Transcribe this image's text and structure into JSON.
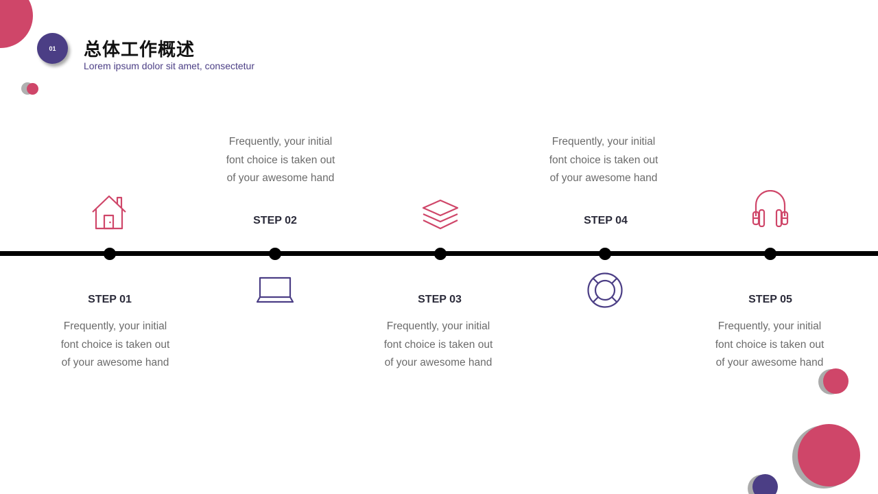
{
  "header": {
    "badge": "01",
    "title": "总体工作概述",
    "subtitle": "Lorem ipsum dolor sit amet, consectetur"
  },
  "colors": {
    "accent_pink": "#cf4669",
    "accent_purple": "#4b3e85",
    "line": "#000000",
    "text_gray": "#6b6b6b"
  },
  "steps": [
    {
      "label": "STEP 01",
      "desc": [
        "Frequently, your initial",
        "font choice is taken out",
        "of your awesome hand"
      ],
      "icon": "house-icon"
    },
    {
      "label": "STEP 02",
      "desc": [
        "Frequently, your initial",
        "font choice is taken out",
        "of your awesome hand"
      ],
      "icon": "laptop-icon"
    },
    {
      "label": "STEP 03",
      "desc": [
        "Frequently, your initial",
        "font choice is taken out",
        "of your awesome hand"
      ],
      "icon": "layers-icon"
    },
    {
      "label": "STEP 04",
      "desc": [
        "Frequently, your initial",
        "font choice is taken out",
        "of your awesome hand"
      ],
      "icon": "lifebuoy-icon"
    },
    {
      "label": "STEP 05",
      "desc": [
        "Frequently, your initial",
        "font choice is taken out",
        "of your awesome hand"
      ],
      "icon": "headphones-icon"
    }
  ]
}
